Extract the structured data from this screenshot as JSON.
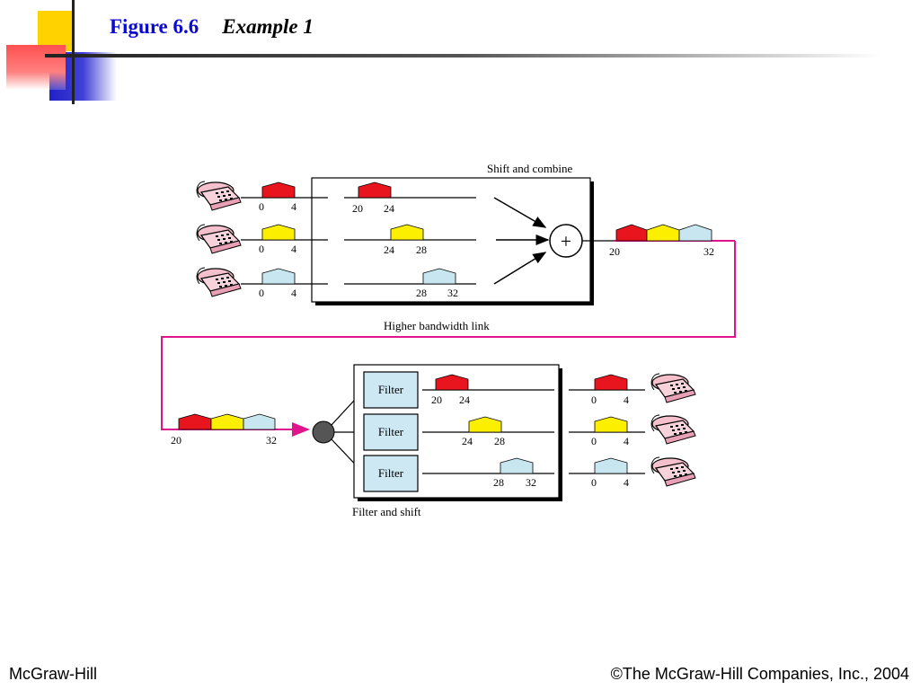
{
  "slide": {
    "title_figure": "Figure 6.6",
    "title_example": "Example 1",
    "footer_left": "McGraw-Hill",
    "footer_right": "©The McGraw-Hill Companies, Inc., 2004"
  },
  "diagram": {
    "shift_box_label": "Shift and combine",
    "filter_box_label": "Filter and shift",
    "link_label": "Higher bandwidth link",
    "adder_symbol": "+",
    "filter_label": "Filter",
    "colors": {
      "red": "#e8141e",
      "yellow": "#fcf000",
      "blue": "#c8e6f0",
      "link": "#e0148c",
      "filter_fill": "#cde8f2"
    },
    "input_channels": [
      {
        "color": "red",
        "lo": "0",
        "hi": "4",
        "shifted_lo": "20",
        "shifted_hi": "24"
      },
      {
        "color": "yellow",
        "lo": "0",
        "hi": "4",
        "shifted_lo": "24",
        "shifted_hi": "28"
      },
      {
        "color": "blue",
        "lo": "0",
        "hi": "4",
        "shifted_lo": "28",
        "shifted_hi": "32"
      }
    ],
    "combined_lo": "20",
    "combined_hi": "32",
    "output_channels": [
      {
        "color": "red",
        "lo": "20",
        "hi": "24",
        "out_lo": "0",
        "out_hi": "4"
      },
      {
        "color": "yellow",
        "lo": "24",
        "hi": "28",
        "out_lo": "0",
        "out_hi": "4"
      },
      {
        "color": "blue",
        "lo": "28",
        "hi": "32",
        "out_lo": "0",
        "out_hi": "4"
      }
    ],
    "icons": [
      "telephone-icon"
    ]
  }
}
